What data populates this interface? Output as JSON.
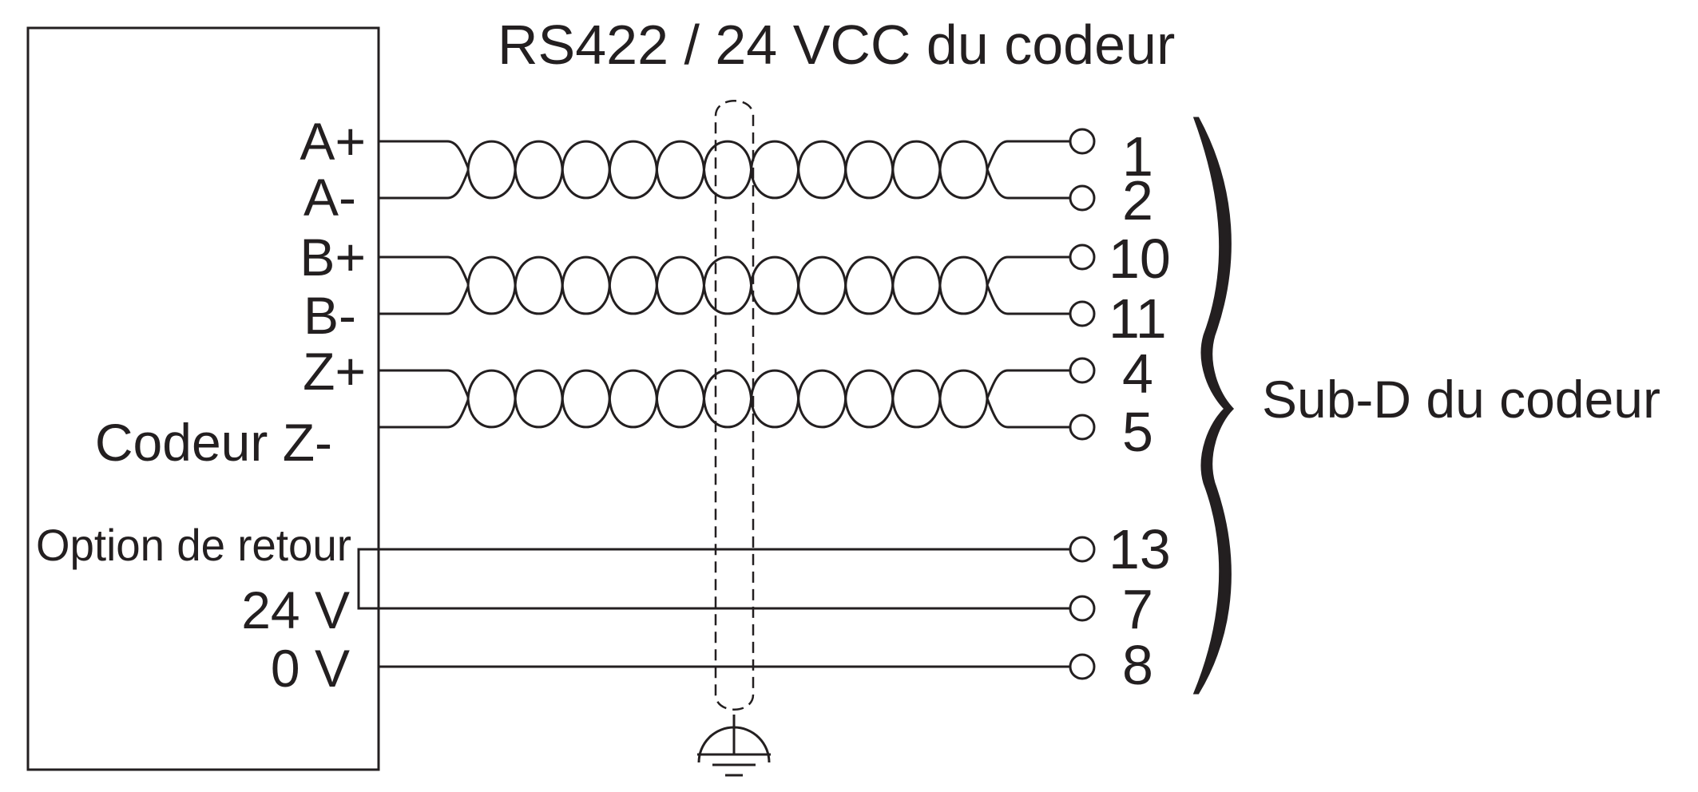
{
  "title": "RS422 / 24 VCC du codeur",
  "connector_label": "Sub-D du codeur",
  "signal_labels": {
    "a_plus": "A+",
    "a_minus": "A-",
    "b_plus": "B+",
    "b_minus": "B-",
    "z_plus": "Z+",
    "z_minus": "Codeur Z-",
    "option": "Option de retour",
    "v24": "24 V",
    "v0": "0 V"
  },
  "pins": {
    "p1": "1",
    "p2": "2",
    "p10": "10",
    "p11": "11",
    "p4": "4",
    "p5": "5",
    "p13": "13",
    "p7": "7",
    "p8": "8"
  },
  "twisted_pairs": [
    {
      "signals": [
        "A+",
        "A-"
      ],
      "pins": [
        "1",
        "2"
      ]
    },
    {
      "signals": [
        "B+",
        "B-"
      ],
      "pins": [
        "10",
        "11"
      ]
    },
    {
      "signals": [
        "Z+",
        "Codeur Z-"
      ],
      "pins": [
        "4",
        "5"
      ]
    }
  ],
  "colors": {
    "line": "#231f20",
    "background": "#ffffff"
  },
  "icons": {
    "ground": "chassis-ground-icon",
    "shield": "cable-shield-icon"
  }
}
